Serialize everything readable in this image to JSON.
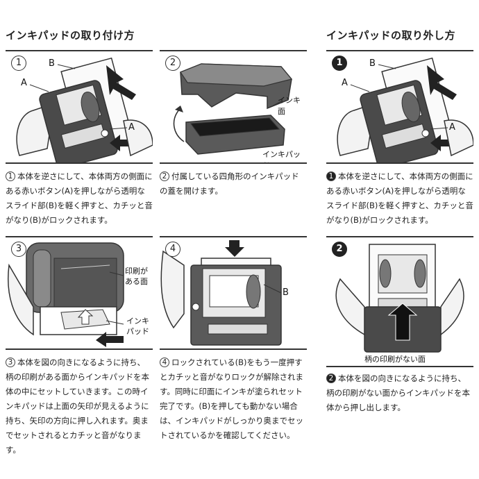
{
  "left_title": "インキパッドの取り付け方",
  "right_title": "インキパッドの取り外し方",
  "panels": {
    "p1": {
      "num": "1",
      "label_a1": "A",
      "label_b": "B",
      "label_a2": "A"
    },
    "p2": {
      "num": "2",
      "label_lid": "インキ面",
      "label_pad": "インキパッド"
    },
    "p3": {
      "num": "3",
      "label_print1": "印刷が",
      "label_print2": "ある面",
      "label_pad1": "インキ",
      "label_pad2": "パッド"
    },
    "p4": {
      "num": "4",
      "label_b": "B"
    },
    "r1": {
      "num": "1",
      "label_b": "B",
      "label_a1": "A",
      "label_a2": "A"
    },
    "r2": {
      "num": "2",
      "label_bottom": "柄の印刷がない面"
    }
  },
  "captions": {
    "c1": {
      "mark": "1",
      "text": "本体を逆さにして、本体両方の側面にある赤いボタン(A)を押しながら透明なスライド部(B)を軽く押すと、カチッと音がなり(B)がロックされます。"
    },
    "c2": {
      "mark": "2",
      "text": "付属している四角形のインキパッドの蓋を開けます。"
    },
    "c3": {
      "mark": "3",
      "text": "本体を図の向きになるように持ち、柄の印刷がある面からインキパッドを本体の中にセットしていきます。この時インキパッドは上面の矢印が見えるように持ち、矢印の方向に押し入れます。奥までセットされるとカチッと音がなります。"
    },
    "c4": {
      "mark": "4",
      "text": "ロックされている(B)をもう一度押すとカチッと音がなりロックが解除されます。同時に印面にインキが塗られセット完了です。(B)を押しても動かない場合は、インキパッドがしっかり奥までセットされているかを確認してください。"
    },
    "r1": {
      "mark": "1",
      "text": "本体を逆さにして、本体両方の側面にある赤いボタン(A)を押しながら透明なスライド部(B)を軽く押すと、カチッと音がなり(B)がロックされます。"
    },
    "r2": {
      "mark": "2",
      "text": "本体を図の向きになるように持ち、柄の印刷がない面からインキパッドを本体から押し出します。"
    }
  },
  "colors": {
    "ink": "#333333",
    "dark_fill": "#4a4a4a",
    "light_fill": "#e8e8e8",
    "frame": "#dcdcdc"
  }
}
